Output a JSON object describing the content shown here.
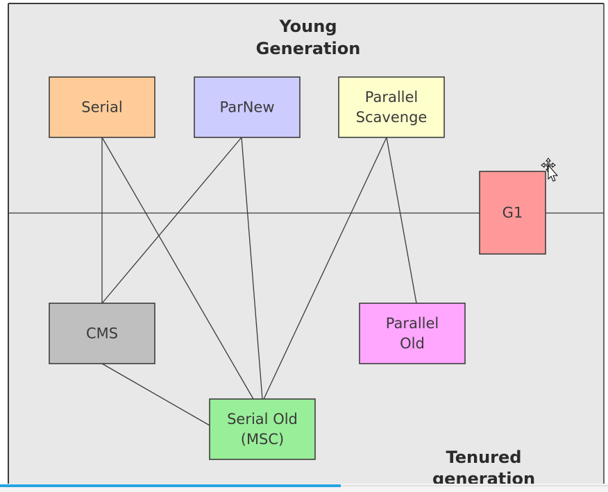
{
  "regions": {
    "young_title": [
      "Young",
      "Generation"
    ],
    "tenured_title": [
      "Tenured",
      "generation"
    ]
  },
  "collectors": [
    {
      "id": "serial",
      "lines": [
        "Serial"
      ],
      "fill": "#ffcc99"
    },
    {
      "id": "parnew",
      "lines": [
        "ParNew"
      ],
      "fill": "#ccccff"
    },
    {
      "id": "parallel-scavenge",
      "lines": [
        "Parallel",
        "Scavenge"
      ],
      "fill": "#ffffcc"
    },
    {
      "id": "g1",
      "lines": [
        "G1"
      ],
      "fill": "#ff9999"
    },
    {
      "id": "cms",
      "lines": [
        "CMS"
      ],
      "fill": "#bfbfbf"
    },
    {
      "id": "parallel-old",
      "lines": [
        "Parallel",
        "Old"
      ],
      "fill": "#ffa6ff"
    },
    {
      "id": "serial-old",
      "lines": [
        "Serial Old",
        "(MSC)"
      ],
      "fill": "#99ee99"
    }
  ],
  "connections": [
    {
      "from": "serial",
      "to": "cms"
    },
    {
      "from": "serial",
      "to": "serial-old"
    },
    {
      "from": "parnew",
      "to": "cms"
    },
    {
      "from": "parnew",
      "to": "serial-old"
    },
    {
      "from": "parallel-scavenge",
      "to": "serial-old"
    },
    {
      "from": "parallel-scavenge",
      "to": "parallel-old"
    },
    {
      "from": "cms",
      "to": "serial-old"
    }
  ],
  "colors": {
    "canvas": "#e8e8e8",
    "border": "#3a3a3a",
    "line": "#3a3a3a",
    "progress": "#27a3e3"
  },
  "video_progress": 0.56,
  "cursor_icon": "move-cursor-icon"
}
